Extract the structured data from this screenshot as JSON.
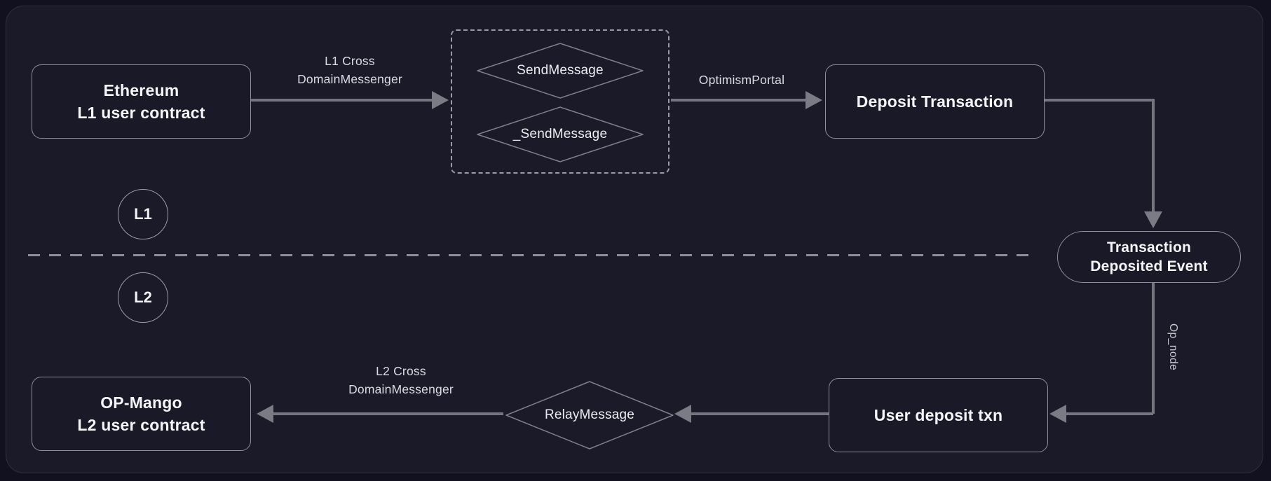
{
  "diagram": {
    "lanes": {
      "l1_badge": "L1",
      "l2_badge": "L2"
    },
    "nodes": {
      "ethereum": {
        "line1": "Ethereum",
        "line2": "L1 user contract"
      },
      "send_message": {
        "label": "SendMessage"
      },
      "send_message_internal": {
        "label": "_SendMessage"
      },
      "deposit_transaction": {
        "label": "Deposit Transaction"
      },
      "transaction_deposited_event": {
        "line1": "Transaction",
        "line2": "Deposited Event"
      },
      "user_deposit_txn": {
        "label": "User deposit txn"
      },
      "relay_message": {
        "label": "RelayMessage"
      },
      "op_mango": {
        "line1": "OP-Mango",
        "line2": "L2 user contract"
      }
    },
    "edges": {
      "l1_cross_domain_messenger": {
        "line1": "L1 Cross",
        "line2": "DomainMessenger"
      },
      "optimism_portal": {
        "label": "OptimismPortal"
      },
      "op_node": {
        "label": "Op_node"
      },
      "l2_cross_domain_messenger": {
        "line1": "L2 Cross",
        "line2": "DomainMessenger"
      }
    },
    "colors": {
      "outer_background": "#111120",
      "panel_background": "#1a1a28",
      "panel_border": "#303044",
      "node_border": "#8e8e9c",
      "node_text": "#f5f5f9",
      "arrow": "#75757f",
      "edge_label_text": "#dcdce4",
      "divider_dash": "#8d8d9b"
    }
  }
}
